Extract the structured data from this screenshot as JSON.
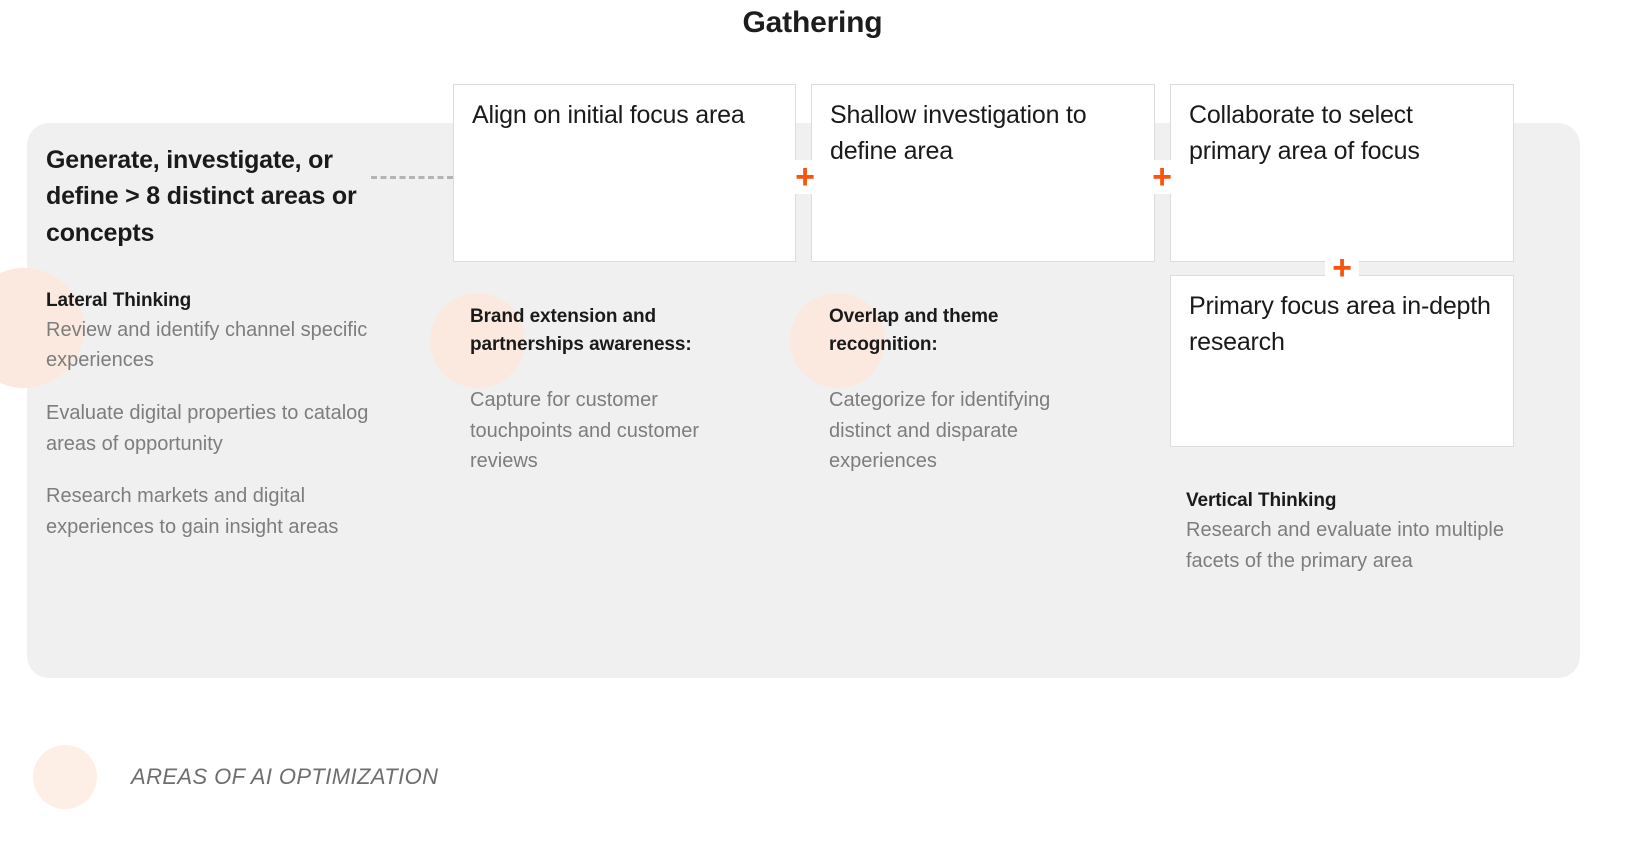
{
  "title": "Gathering",
  "colors": {
    "accent_orange": "#f9540b",
    "panel_bg": "#f0f0f0",
    "peach_circle": "#fbe9e0",
    "legend_swatch": "#fdeee6",
    "body_text": "#7d7d7d",
    "heading_text": "#1a1a1a",
    "box_border": "#dcdcdc",
    "dashed_line": "#b4b4b4"
  },
  "columns": [
    {
      "heading": "Generate, investigate, or define > 8 distinct areas or concepts",
      "subhead": "Lateral Thinking",
      "paragraphs": [
        "Review and identify channel specific experiences",
        "Evaluate digital properties to catalog areas of opportunity",
        "Research markets and digital experiences to gain insight areas"
      ]
    },
    {
      "subhead": "Brand extension and partnerships awareness:",
      "paragraphs": [
        "Capture for customer touchpoints and customer reviews"
      ]
    },
    {
      "subhead": "Overlap and theme recognition:",
      "paragraphs": [
        "Categorize for identifying distinct and disparate experiences"
      ]
    },
    {
      "subhead": "Vertical Thinking",
      "paragraphs": [
        "Research and evaluate into multiple facets of the primary area"
      ]
    }
  ],
  "process_boxes": [
    {
      "label": "Align on initial focus area"
    },
    {
      "label": "Shallow investigation to define area"
    },
    {
      "label": "Collaborate to select primary area of focus"
    },
    {
      "label": "Primary focus area in-depth research"
    }
  ],
  "connectors": {
    "plus_glyph": "+",
    "plus_count": 3,
    "dashed_link": true
  },
  "legend": {
    "label": "AREAS OF AI OPTIMIZATION"
  }
}
